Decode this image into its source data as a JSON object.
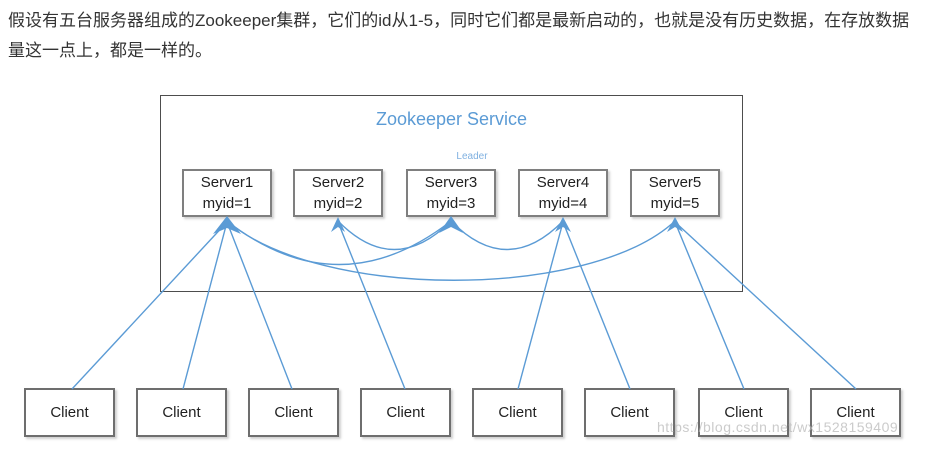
{
  "paragraph": "假设有五台服务器组成的Zookeeper集群，它们的id从1-5，同时它们都是最新启动的，也就是没有历史数据，在存放数据量这一点上，都是一样的。",
  "diagram": {
    "title": "Zookeeper Service",
    "leader_label": "Leader",
    "servers": [
      {
        "name": "Server1",
        "myid": "myid=1"
      },
      {
        "name": "Server2",
        "myid": "myid=2"
      },
      {
        "name": "Server3",
        "myid": "myid=3"
      },
      {
        "name": "Server4",
        "myid": "myid=4"
      },
      {
        "name": "Server5",
        "myid": "myid=5"
      }
    ],
    "clients": [
      "Client",
      "Client",
      "Client",
      "Client",
      "Client",
      "Client",
      "Client",
      "Client"
    ],
    "connections": {
      "server_arcs": [
        "Server1-Server3",
        "Server2-Server3",
        "Server3-Server4",
        "Server1-Server5"
      ],
      "client_links": [
        "Client1-Server1",
        "Client2-Server1",
        "Client3-Server1",
        "Client4-Server2",
        "Client5-Server4",
        "Client6-Server4",
        "Client7-Server5",
        "Client8-Server5"
      ]
    },
    "colors": {
      "arrow_blue": "#5B9BD5",
      "title_blue": "#5B9BD5",
      "leader_blue": "#7FB0E0",
      "box_border_gray": "#7f7f7f",
      "outer_border_gray": "#4d4d4d",
      "text_dark": "#1f1f1f"
    }
  },
  "watermark": "https://blog.csdn.net/wx1528159409"
}
